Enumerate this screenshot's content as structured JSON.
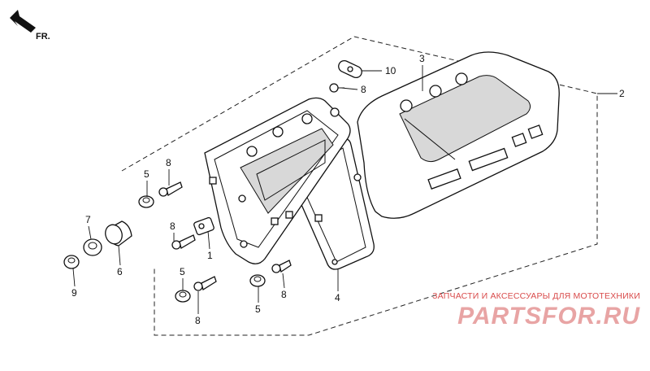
{
  "direction_label": "FR.",
  "callouts": {
    "c1": "1",
    "c2": "2",
    "c3": "3",
    "c4": "4",
    "c5a": "5",
    "c5b": "5",
    "c5c": "5",
    "c6": "6",
    "c7": "7",
    "c8a": "8",
    "c8b": "8",
    "c8c": "8",
    "c8d": "8",
    "c8e": "8",
    "c9": "9",
    "c10": "10"
  },
  "watermark": {
    "tagline": "ЗАПЧАСТИ И АКСЕССУАРЫ ДЛЯ МОТОТЕХНИКИ",
    "logo": "PARTSFOR.RU"
  },
  "colors": {
    "line": "#111111",
    "watermark_tagline": "#d94b4b",
    "watermark_logo": "#e8a4a4"
  }
}
